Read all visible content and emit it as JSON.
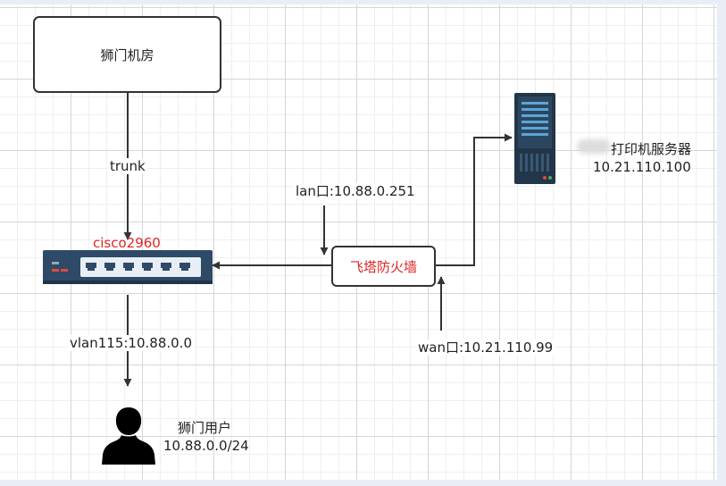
{
  "nodes": {
    "machine_room": "狮门机房",
    "switch": "cisco2960",
    "firewall": "飞塔防火墙",
    "print_server_name": "打印机服务器",
    "print_server_ip": "10.21.110.100",
    "user_name": "狮门用户",
    "user_subnet": "10.88.0.0/24"
  },
  "links": {
    "trunk": "trunk",
    "lan": "lan口:10.88.0.251",
    "wan": "wan口:10.21.110.99",
    "vlan": "vlan115:10.88.0.0"
  },
  "colors": {
    "switch_body": "#2e4a66",
    "switch_label": "#e02424",
    "firewall_label": "#e02424",
    "server_body": "#223649",
    "line": "#333333"
  },
  "icons": [
    "switch-icon",
    "server-icon",
    "user-icon"
  ]
}
